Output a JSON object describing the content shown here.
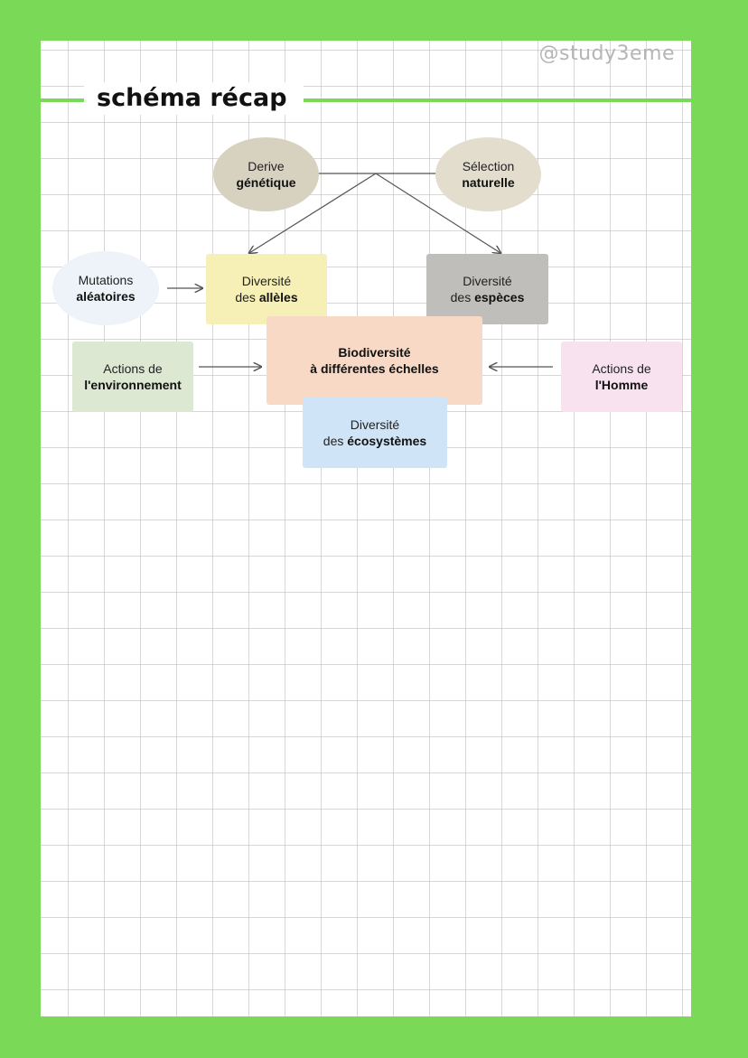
{
  "watermark": "@study3eme",
  "title": "schéma récap",
  "nodes": {
    "derive": {
      "line1": "Derive",
      "line2": "génétique"
    },
    "selection": {
      "line1": "Sélection",
      "line2": "naturelle"
    },
    "mutations": {
      "line1": "Mutations",
      "line2": "aléatoires"
    },
    "alleles": {
      "line1": "Diversité",
      "line2_prefix": "des ",
      "line2_bold": "allèles"
    },
    "especes": {
      "line1": "Diversité",
      "line2_prefix": "des ",
      "line2_bold": "espèces"
    },
    "biodiversite": {
      "line1": "Biodiversité",
      "line2": "à différentes échelles"
    },
    "environnement": {
      "line1": "Actions de",
      "line2": "l'environnement"
    },
    "homme": {
      "line1": "Actions de",
      "line2": "l'Homme"
    },
    "ecosystemes": {
      "line1": "Diversité",
      "line2_prefix": "des ",
      "line2_bold": "écosystèmes"
    }
  },
  "colors": {
    "background": "#7ad957",
    "derive": "#d7d2c0",
    "selection": "#e2ddcc",
    "mutations": "#edf3f8",
    "alleles": "#f7f0b6",
    "especes": "#bfbebb",
    "biodiversite": "#f7d9c5",
    "environnement": "#dce8d2",
    "homme": "#f8e2ef",
    "ecosystemes": "#cfe4f6"
  }
}
